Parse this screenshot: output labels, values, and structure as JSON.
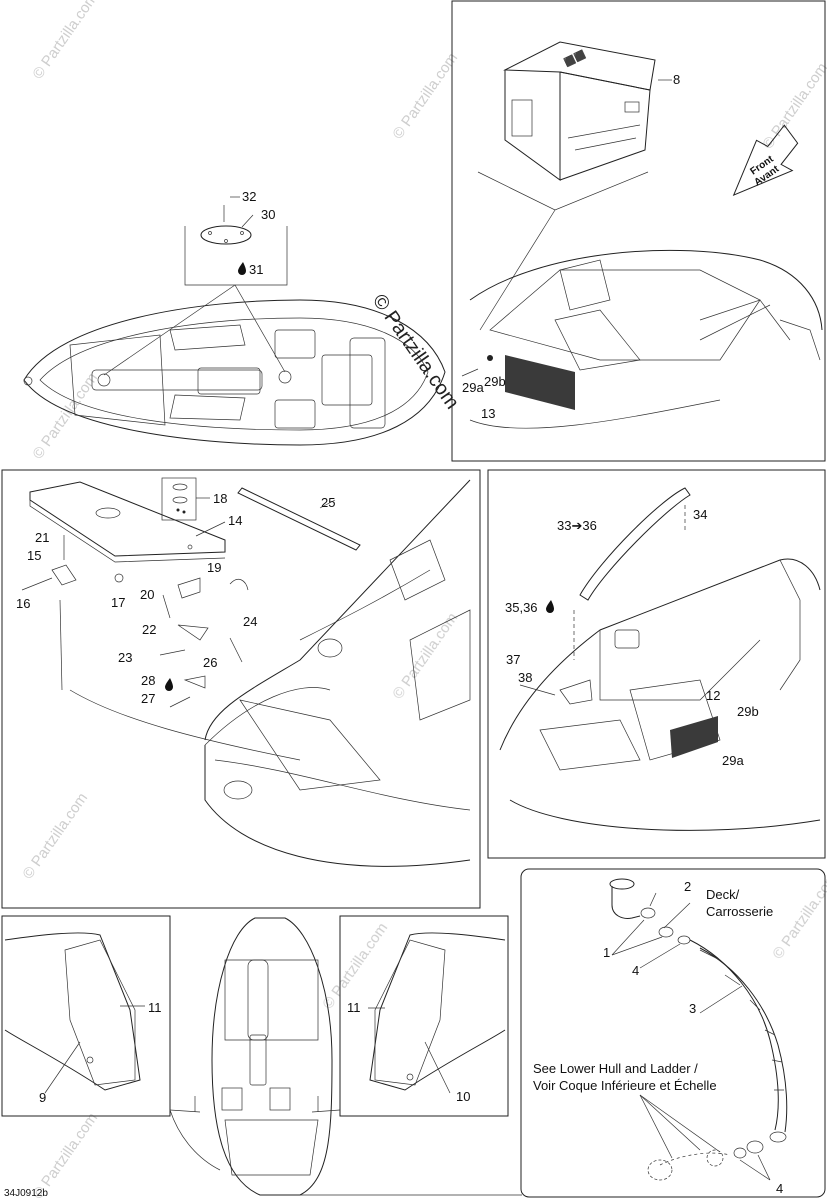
{
  "watermark": {
    "text": "© Partzilla.com",
    "center_stamp": "© Partzilla.com"
  },
  "drawing_code": "34J0912b",
  "direction_arrow": {
    "line1": "Front",
    "line2": "Avant"
  },
  "top_left_callouts": {
    "c32": "32",
    "c30": "30",
    "c31": "31"
  },
  "top_right_callouts": {
    "c8": "8",
    "c29a": "29a",
    "c29b": "29b",
    "c13": "13"
  },
  "middle_left_callouts": {
    "c14": "14",
    "c15": "15",
    "c16": "16",
    "c17": "17",
    "c18": "18",
    "c19": "19",
    "c20": "20",
    "c21": "21",
    "c22": "22",
    "c23": "23",
    "c24": "24",
    "c25": "25",
    "c26": "26",
    "c27": "27",
    "c28": "28"
  },
  "middle_right_callouts": {
    "c33_36": "33➔36",
    "c34": "34",
    "c35_36": "35,36",
    "c37": "37",
    "c38": "38",
    "c12": "12",
    "c29b": "29b",
    "c29a": "29a"
  },
  "bottom_left_callouts": {
    "c9": "9",
    "c11": "11"
  },
  "bottom_mid_callouts": {
    "c11": "11",
    "c10": "10"
  },
  "bottom_right": {
    "c1": "1",
    "c2": "2",
    "c3": "3",
    "c4a": "4",
    "c4b": "4",
    "deck_line1": "Deck/",
    "deck_line2": "Carrosserie",
    "see_line1": "See Lower Hull and Ladder /",
    "see_line2": "Voir Coque Inférieure et Échelle"
  }
}
